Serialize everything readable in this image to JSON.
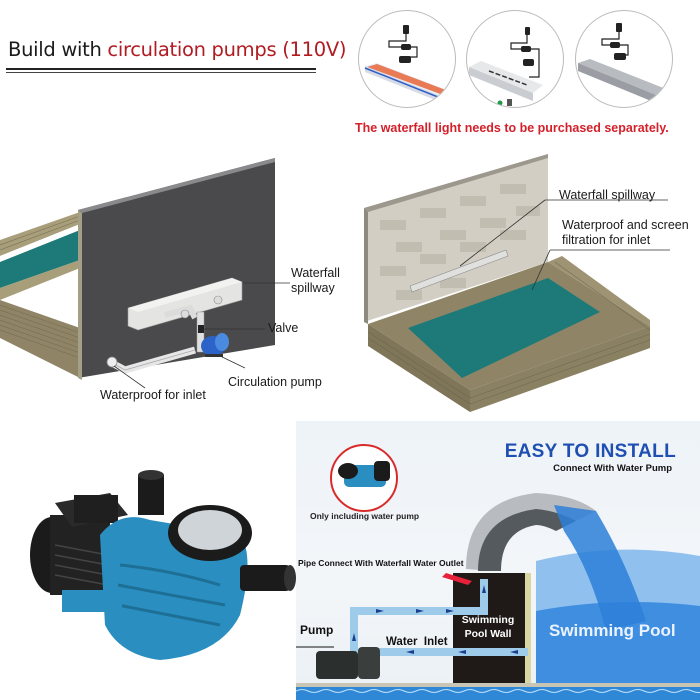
{
  "header": {
    "prefix": "Build with ",
    "highlight": "circulation pumps (110V)",
    "highlight_color": "#b01c22"
  },
  "light_options": {
    "items": [
      {
        "name": "led-spillway-orange"
      },
      {
        "name": "led-spillway-steel-open"
      },
      {
        "name": "led-spillway-steel-closed"
      }
    ],
    "note": "The waterfall light needs to be purchased separately.",
    "note_color": "#d4202a"
  },
  "diagram_left": {
    "labels": {
      "spillway_line1": "Waterfall",
      "spillway_line2": "spillway",
      "valve": "Valve",
      "pump": "Circulation pump",
      "inlet": "Waterproof for inlet"
    },
    "colors": {
      "wall": "#4a4a4c",
      "water": "#1d7a78",
      "pump": "#2c63c9"
    }
  },
  "diagram_right": {
    "labels": {
      "spillway": "Waterfall spillway",
      "filter_line1": "Waterproof and screen",
      "filter_line2": "filtration for inlet"
    },
    "colors": {
      "brick": "#cfcbc0",
      "water": "#1d7a78"
    }
  },
  "product": {
    "name": "pool-pump",
    "body_color": "#2a8fc0",
    "motor_color": "#1b1b1b"
  },
  "install": {
    "title": "EASY TO INSTALL",
    "subtitle": "Connect With Water Pump",
    "badge_caption": "Only including water pump",
    "pipe_label": "Pipe Connect With Waterfall Water Outlet",
    "pump_label": "Pump",
    "inlet_label": "Water  Inlet",
    "wall_label_line1": "Swimming",
    "wall_label_line2": "Pool Wall",
    "pool_label": "Swimming Pool",
    "title_color": "#1f4fb3"
  }
}
